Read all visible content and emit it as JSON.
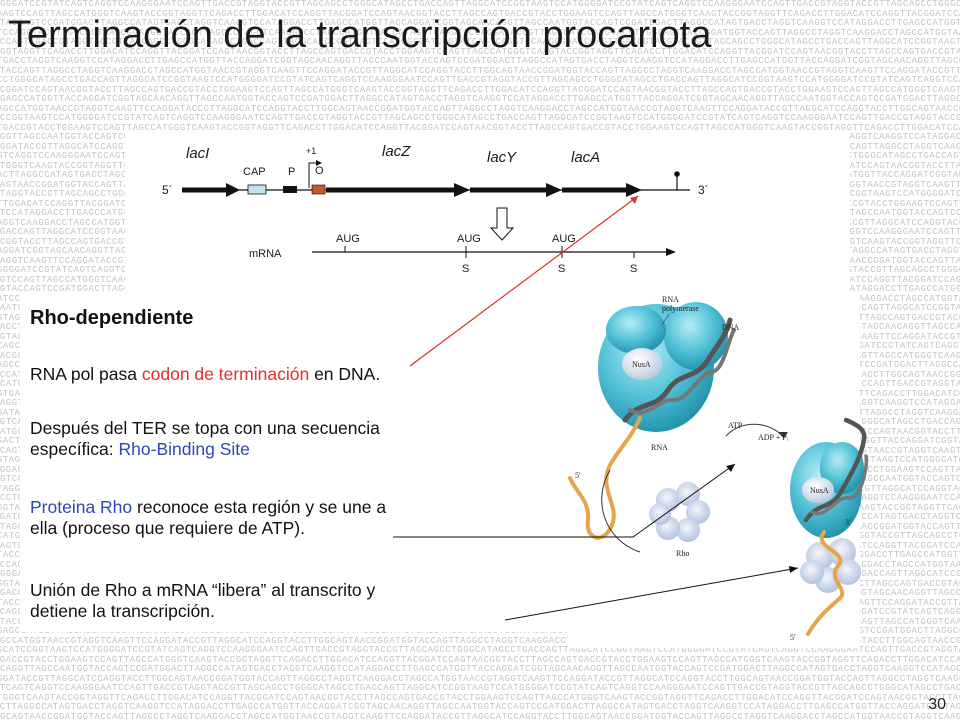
{
  "slide": {
    "title": "Terminación de la transcripción procariota",
    "page_number": "30"
  },
  "operon_diagram": {
    "gene_labels": [
      "lacI",
      "lacZ",
      "lacY",
      "lacA"
    ],
    "element_labels": {
      "cap": "CAP",
      "p": "P",
      "o": "O",
      "plus_one": "+1"
    },
    "strand_labels": {
      "five_prime": "5´",
      "three_prime": "3´"
    },
    "mrna_label": "mRNA",
    "start_codons": [
      "AUG",
      "AUG",
      "AUG"
    ],
    "stop_codons": [
      "S",
      "S",
      "S"
    ],
    "colors": {
      "cap_box": "#bfe4f2",
      "o_box": "#c8562a",
      "pointer_line": "#e0302a"
    }
  },
  "text": {
    "heading": "Rho-dependiente",
    "p1": {
      "a": "RNA pol pasa ",
      "b": "codon de terminación",
      "c": " en DNA."
    },
    "p2": {
      "line1": "Después del TER se topa con una secuencia",
      "line2a": "específica: ",
      "line2b": "Rho-Binding Site"
    },
    "p3": {
      "line1a": "Proteina Rho",
      "line1b": " reconoce esta región y se une a",
      "line2": "ella (proceso que requiere de ATP)."
    },
    "p4": {
      "line1": "Unión de Rho a mRNA “libera” al transcrito y",
      "line2": "detiene la transcripción."
    },
    "colors": {
      "red": "#e0302a",
      "blue": "#2d48b8"
    }
  },
  "figure": {
    "labels": {
      "rna_polymerase": "RNA polymerase",
      "rna_l1": "RNA",
      "rna_l2": "polymerase",
      "dna": "DNA",
      "nusa": "NusA",
      "nusa2": "NusA",
      "rna": "RNA",
      "five_prime": "5′",
      "five_prime2": "5′",
      "three_prime": "3′",
      "atp": "ATP",
      "adp_pi": "ADP + Pᵢ",
      "rho": "Rho"
    },
    "colors": {
      "polymerase": "#5cc4d8",
      "rna_strand": "#e6a54a",
      "rho": "#c9d8ee",
      "dna": "#555555"
    }
  },
  "background": {
    "dna_rows": [
      "GGGATCCGTATCAGTCAGGTCCAAGGGAATCCAGTTGACCGTAGGTACCGTTAGCAGCCTGGGCATAGCCTGACCAGTTAGGCATCCGGTAAGTCCATG",
      "TACCTGGAAGTCCAGTTAGCCATGGGTCAAGTACCGGTAGGTTCAGACCTTGGACATCCAGGTTACGGATCCAGTAACGGTACCTTAGCCAGTGACCG",
      "CAGGTTAGCCAATGGTACCAGTCCGATGGACTTAGGCCATAGTGACCTAGGTCAAGGTCCATAGGACCTTGAGCCATGGTTACCAGGATCGGTAGCAA",
      "AGTTCCAGGATACCGTTAGGCATCCAGGTACCTTGGCAGTAACCGGATGGTACCAGTTAGGCCTAGGTCAAGGACCTAGCCATGGTAACCGTAGGTCA"
    ]
  }
}
